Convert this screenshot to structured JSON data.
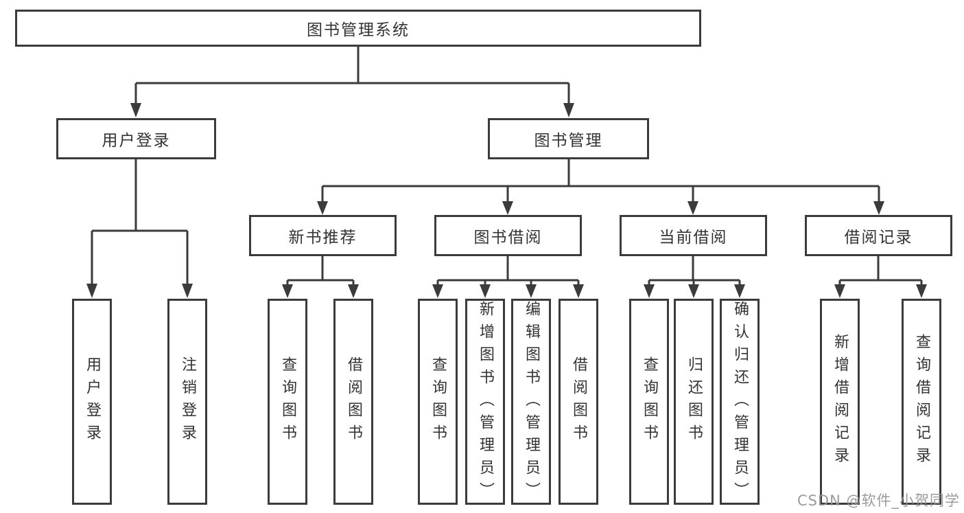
{
  "nodes": {
    "root": "图书管理系统",
    "l2": [
      "用户登录",
      "图书管理"
    ],
    "l3": [
      "新书推荐",
      "图书借阅",
      "当前借阅",
      "借阅记录"
    ],
    "leaves": [
      "用户登录",
      "注销登录",
      "查询图书",
      "借阅图书",
      "查询图书",
      "新增图书（管理员）",
      "编辑图书（管理员）",
      "借阅图书",
      "查询图书",
      "归还图书",
      "确认归还（管理员）",
      "新增借阅记录",
      "查询借阅记录"
    ]
  },
  "watermark": {
    "text": "CSDN @软件_小贺同学"
  },
  "colors": {
    "line": "#3b3b3b",
    "text": "#333333",
    "background": "#ffffff",
    "watermark": "#969696"
  }
}
